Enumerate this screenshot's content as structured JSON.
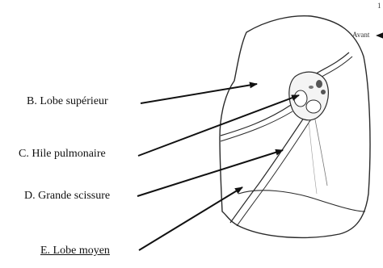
{
  "labels": {
    "b": "B. Lobe supérieur",
    "c": "C. Hile pulmonaire",
    "d": "D. Grande scissure",
    "e": "E. Lobe moyen"
  },
  "orientation": {
    "top_number": "1",
    "front": "Avant"
  },
  "colors": {
    "line": "#2a2a2a",
    "arrow": "#111111",
    "text": "#111111"
  }
}
